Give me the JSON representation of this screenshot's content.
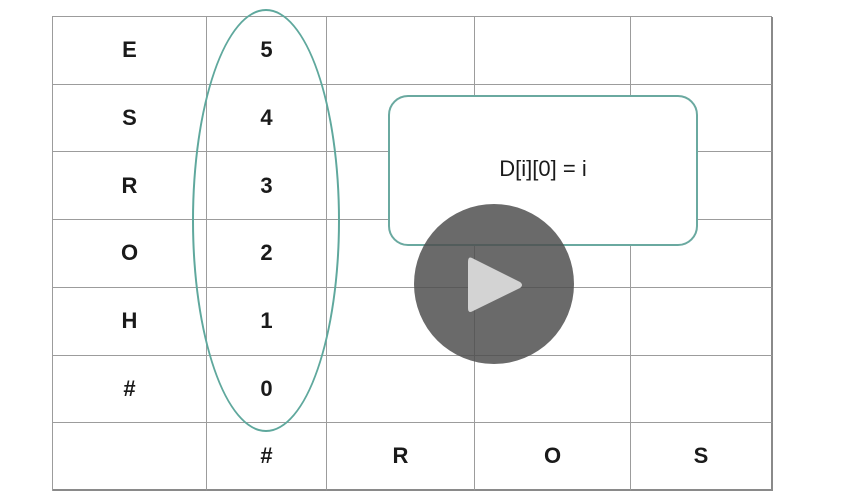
{
  "table": {
    "rows": [
      [
        "E",
        "5",
        "",
        "",
        ""
      ],
      [
        "S",
        "4",
        "",
        "",
        ""
      ],
      [
        "R",
        "3",
        "",
        "",
        ""
      ],
      [
        "O",
        "2",
        "",
        "",
        ""
      ],
      [
        "H",
        "1",
        "",
        "",
        ""
      ],
      [
        "#",
        "0",
        "",
        "",
        ""
      ],
      [
        "",
        "#",
        "R",
        "O",
        "S"
      ]
    ]
  },
  "annotation": {
    "text": "D[i][0] = i"
  },
  "player": {
    "icon": "play-icon"
  },
  "colors": {
    "accent": "#5fa89d",
    "grid_line": "#9c9c9c",
    "overlay": "#4d4d4d"
  }
}
